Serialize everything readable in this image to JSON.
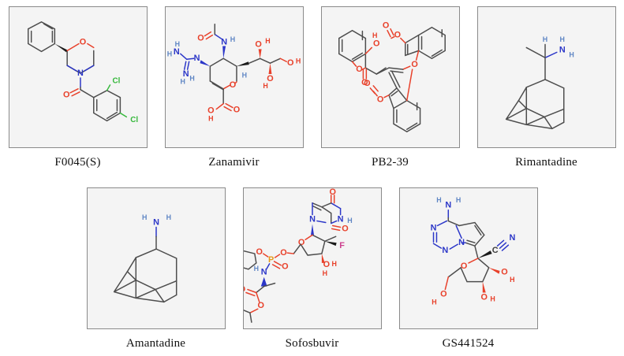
{
  "figure": {
    "type": "chemical-structure-grid",
    "background_color": "#ffffff",
    "panel_fill": "#f4f4f4",
    "panel_border": "#8a8a8a",
    "rows": 2,
    "columns_row_1": 4,
    "columns_row_2": 3,
    "atom_colors": {
      "oxygen": "#e8402a",
      "nitrogen": "#2b36c8",
      "chlorine": "#36b83c",
      "fluorine": "#cc3f8e",
      "phosphorus": "#e79a18",
      "carbon": "#3c3c3c",
      "hydrogen": "#5f86c4",
      "bond": "#4d4d4d"
    }
  },
  "panels": [
    {
      "id": "f0045s",
      "caption": "F0045(S)",
      "row": 1,
      "atom_labels": [
        "O",
        "N",
        "O",
        "Cl",
        "Cl"
      ]
    },
    {
      "id": "zanamivir",
      "caption": "Zanamivir",
      "row": 1,
      "atom_labels": [
        "O",
        "N",
        "H",
        "H",
        "N",
        "H",
        "N",
        "H",
        "H",
        "N",
        "H",
        "O",
        "H",
        "H",
        "O",
        "H",
        "O",
        "H",
        "O",
        "H",
        "O",
        "O",
        "O",
        "H"
      ]
    },
    {
      "id": "pb2-39",
      "caption": "PB2-39",
      "row": 1,
      "atom_labels": [
        "O",
        "H",
        "O",
        "O",
        "O",
        "O",
        "O",
        "O",
        "O",
        "O"
      ]
    },
    {
      "id": "rimantadine",
      "caption": "Rimantadine",
      "row": 1,
      "atom_labels": [
        "H",
        "H",
        "N",
        "H"
      ]
    },
    {
      "id": "amantadine",
      "caption": "Amantadine",
      "row": 2,
      "atom_labels": [
        "H",
        "N",
        "H"
      ]
    },
    {
      "id": "sofosbuvir",
      "caption": "Sofosbuvir",
      "row": 2,
      "atom_labels": [
        "O",
        "N",
        "H",
        "N",
        "O",
        "O",
        "F",
        "O",
        "H",
        "O",
        "P",
        "O",
        "H",
        "N",
        "O",
        "O"
      ]
    },
    {
      "id": "gs441524",
      "caption": "GS441524",
      "row": 2,
      "atom_labels": [
        "H",
        "N",
        "H",
        "N",
        "N",
        "N",
        "C",
        "N",
        "O",
        "O",
        "H",
        "O",
        "H",
        "O",
        "H"
      ]
    }
  ]
}
